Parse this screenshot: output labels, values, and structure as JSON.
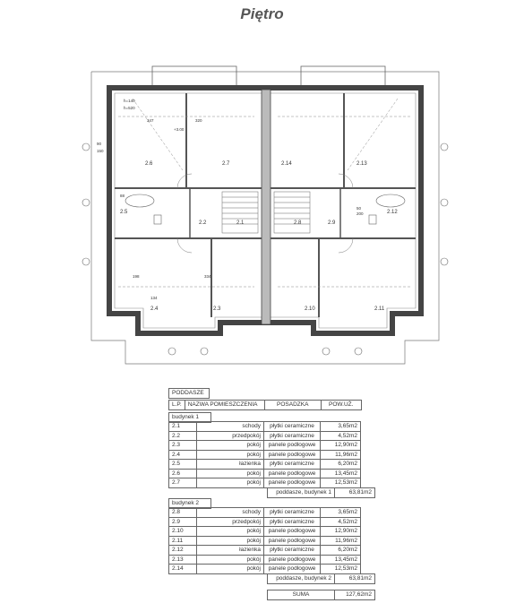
{
  "page_title": "Piętro",
  "plan": {
    "rooms_b1": [
      "2.6",
      "2.7",
      "2.5",
      "2.2",
      "2.1",
      "2.4",
      "2.3"
    ],
    "rooms_b2": [
      "2.14",
      "2.13",
      "2.8",
      "2.9",
      "2.12",
      "2.10",
      "2.11"
    ],
    "dims": [
      "+3.00",
      "h=140",
      "h=520",
      "320",
      "347",
      "150",
      "90",
      "334",
      "198",
      "134",
      "88",
      "200",
      "50"
    ]
  },
  "table": {
    "heading": "PODDASZE",
    "columns": [
      "L.P.",
      "NAZWA POMIESZCZENIA",
      "POSADZKA",
      "POW.UŻ."
    ],
    "groups": [
      {
        "name": "budynek 1",
        "rows": [
          [
            "2.1",
            "schody",
            "płytki ceramiczne",
            "3,65m2"
          ],
          [
            "2.2",
            "przedpokój",
            "płytki ceramiczne",
            "4,52m2"
          ],
          [
            "2.3",
            "pokój",
            "panele podłogowe",
            "12,90m2"
          ],
          [
            "2.4",
            "pokój",
            "panele podłogowe",
            "11,96m2"
          ],
          [
            "2.5",
            "łazienka",
            "płytki ceramiczne",
            "6,20m2"
          ],
          [
            "2.6",
            "pokój",
            "panele podłogowe",
            "13,45m2"
          ],
          [
            "2.7",
            "pokój",
            "panele podłogowe",
            "12,53m2"
          ]
        ],
        "subtotal_label": "poddasze, budynek 1",
        "subtotal_value": "63,81m2"
      },
      {
        "name": "budynek 2",
        "rows": [
          [
            "2.8",
            "schody",
            "płytki ceramiczne",
            "3,65m2"
          ],
          [
            "2.9",
            "przedpokój",
            "płytki ceramiczne",
            "4,52m2"
          ],
          [
            "2.10",
            "pokój",
            "panele podłogowe",
            "12,90m2"
          ],
          [
            "2.11",
            "pokój",
            "panele podłogowe",
            "11,96m2"
          ],
          [
            "2.12",
            "łazienka",
            "płytki ceramiczne",
            "6,20m2"
          ],
          [
            "2.13",
            "pokój",
            "panele podłogowe",
            "13,45m2"
          ],
          [
            "2.14",
            "pokój",
            "panele podłogowe",
            "12,53m2"
          ]
        ],
        "subtotal_label": "poddasze, budynek 2",
        "subtotal_value": "63,81m2"
      }
    ],
    "sum_label": "SUMA",
    "sum_value": "127,62m2"
  }
}
